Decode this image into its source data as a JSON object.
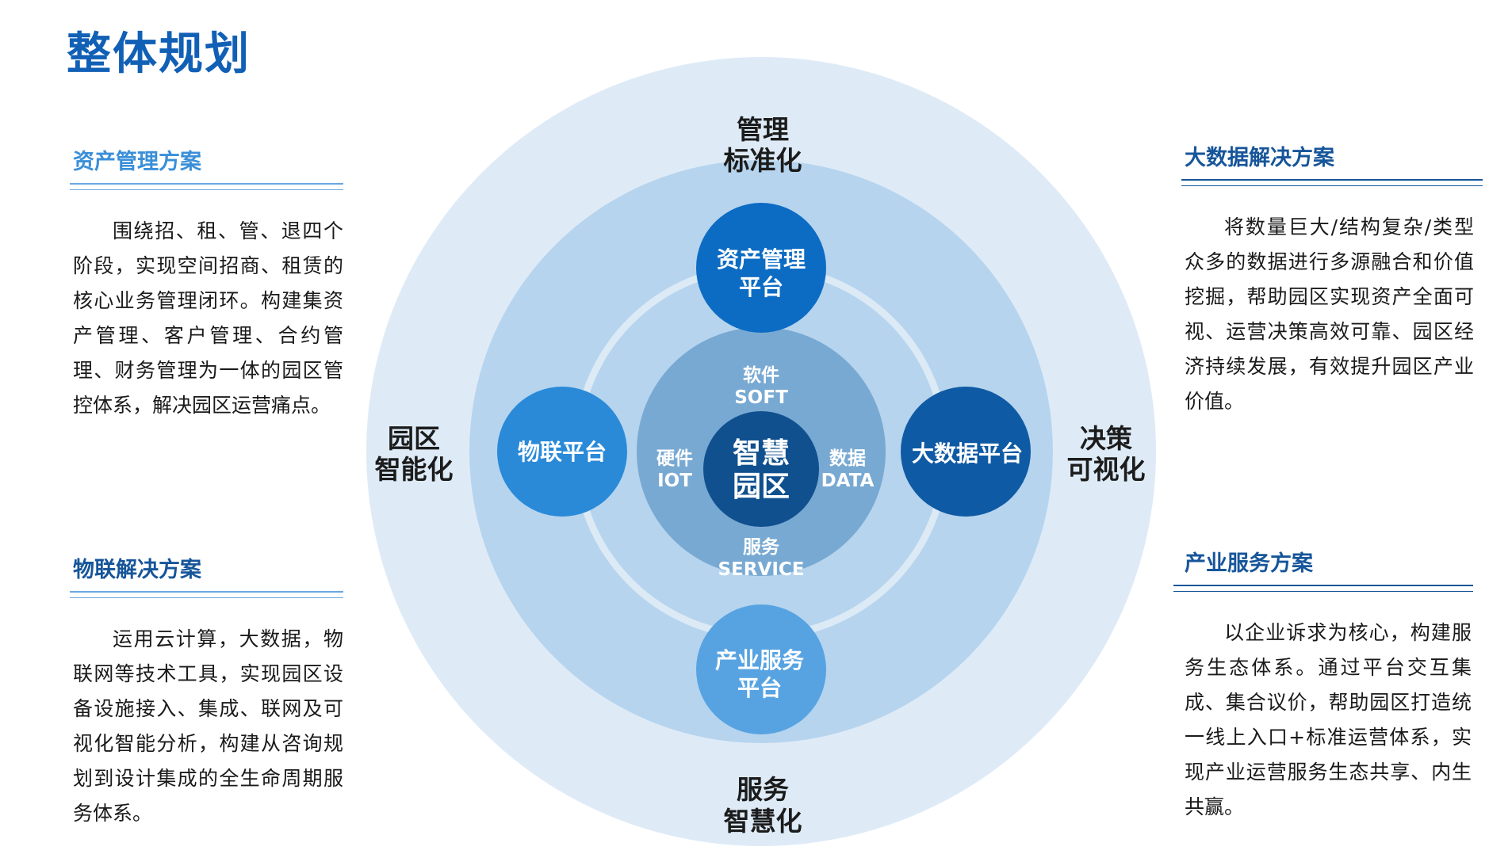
{
  "page_title": "整体规划",
  "panels": {
    "asset": {
      "heading": "资产管理方案",
      "body": "围绕招、租、管、退四个阶段，实现空间招商、租赁的核心业务管理闭环。构建集资产管理、客户管理、合约管理、财务管理为一体的园区管控体系，解决园区运营痛点。"
    },
    "iot": {
      "heading": "物联解决方案",
      "body": "运用云计算，大数据，物联网等技术工具，实现园区设备设施接入、集成、联网及可视化智能分析，构建从咨询规划到设计集成的全生命周期服务体系。"
    },
    "bigdata": {
      "heading": "大数据解决方案",
      "body": "将数量巨大/结构复杂/类型众多的数据进行多源融合和价值挖掘，帮助园区实现资产全面可视、运营决策高效可靠、园区经济持续发展，有效提升园区产业价值。"
    },
    "industry": {
      "heading": "产业服务方案",
      "body": "以企业诉求为核心，构建服务生态体系。通过平台交互集成、集合议价，帮助园区打造统一线上入口+标准运营体系，实现产业运营服务生态共享、内生共赢。"
    }
  },
  "diagram": {
    "outer_labels": {
      "top": [
        "管理",
        "标准化"
      ],
      "bottom": [
        "服务",
        "智慧化"
      ],
      "left": [
        "园区",
        "智能化"
      ],
      "right": [
        "决策",
        "可视化"
      ]
    },
    "platforms": {
      "top": [
        "资产管理",
        "平台"
      ],
      "left": [
        "物联平台"
      ],
      "right": [
        "大数据平台"
      ],
      "bottom": [
        "产业服务",
        "平台"
      ]
    },
    "inner_labels": {
      "top": [
        "软件",
        "SOFT"
      ],
      "bottom": [
        "服务",
        "SERVICE"
      ],
      "left": [
        "硬件",
        "IOT"
      ],
      "right": [
        "数据",
        "DATA"
      ]
    },
    "center": [
      "智慧",
      "园区"
    ]
  },
  "colors": {
    "title": "#1160b6",
    "outer_ring": "#deebf7",
    "middle_ring": "#b6d4ee",
    "orbit": "#dceaf6",
    "inner_disc": "#78a9d2",
    "center_disc": "#10508f",
    "platform_top": "#0c6cc4",
    "platform_left": "#2a8ad8",
    "platform_right": "#0f5aa4",
    "platform_bottom": "#57a3e2"
  }
}
